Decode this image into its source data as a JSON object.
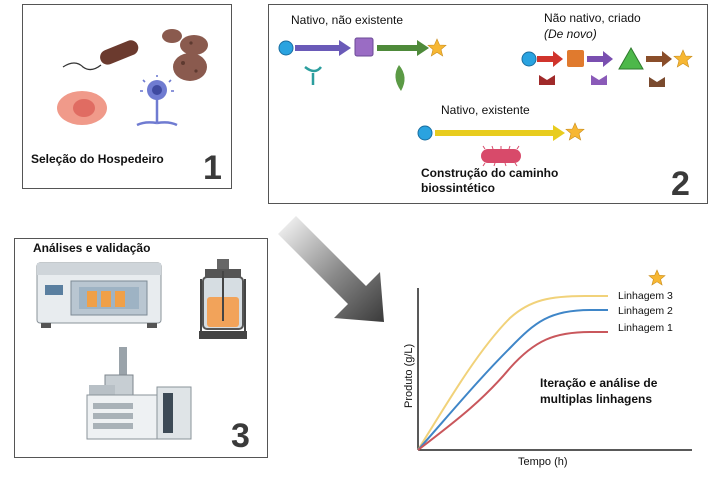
{
  "panel1": {
    "caption": "Seleção do Hospedeiro",
    "number": "1"
  },
  "panel2": {
    "path_native_new": "Nativo, não existente",
    "path_nonnative": "Não nativo, criado",
    "path_nonnative_sub": "(De novo)",
    "path_native_existing": "Nativo, existente",
    "caption_line1": "Construção do caminho",
    "caption_line2": "biossintético",
    "number": "2"
  },
  "panel3": {
    "caption": "Análises e validação",
    "number": "3"
  },
  "panel4": {
    "caption_line1": "Iteração e análise de",
    "caption_line2": "multiplas linhagens"
  },
  "chart_data": {
    "type": "line",
    "xlabel": "Tempo (h)",
    "ylabel": "Produto (g/L)",
    "series": [
      {
        "name": "Linhagem 3",
        "color": "#f1d27a"
      },
      {
        "name": "Linhagem 2",
        "color": "#3f86c8"
      },
      {
        "name": "Linhagem 1",
        "color": "#c9575c"
      }
    ]
  },
  "colors": {
    "star": "#f7b733",
    "arrow_dark": "#3a3a3a",
    "border": "#555555"
  },
  "icons": [
    "bacterium-icon",
    "yeast-icon",
    "fungus-icon",
    "cell-icon",
    "star-icon",
    "leaf-icon",
    "enzyme-icon",
    "bioreactor-icon",
    "spectrometer-icon",
    "incubator-icon"
  ]
}
